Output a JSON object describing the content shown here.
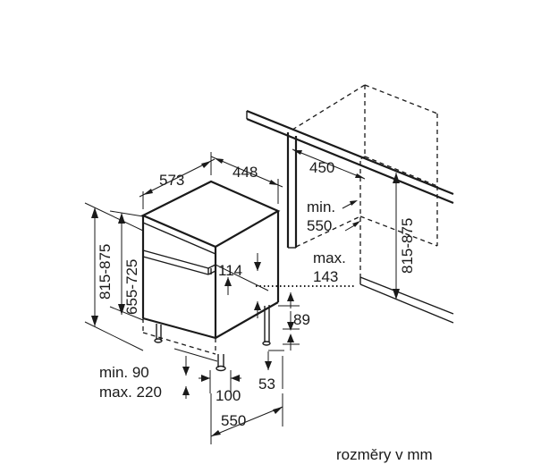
{
  "labels": {
    "depth_573": "573",
    "width_448": "448",
    "width_450": "450",
    "niche_min_line1": "min.",
    "niche_min_line2": "550",
    "niche_height": "815-875",
    "overall_height": "815-875",
    "appliance_height": "655-725",
    "panel_114": "114",
    "max_line1": "max.",
    "max_line2": "143",
    "plinth_89": "89",
    "plinth_min_line": "min. 90",
    "plinth_max_line": "max. 220",
    "offset_100": "100",
    "offset_53": "53",
    "depth_550": "550"
  },
  "caption": "rozměry v mm"
}
